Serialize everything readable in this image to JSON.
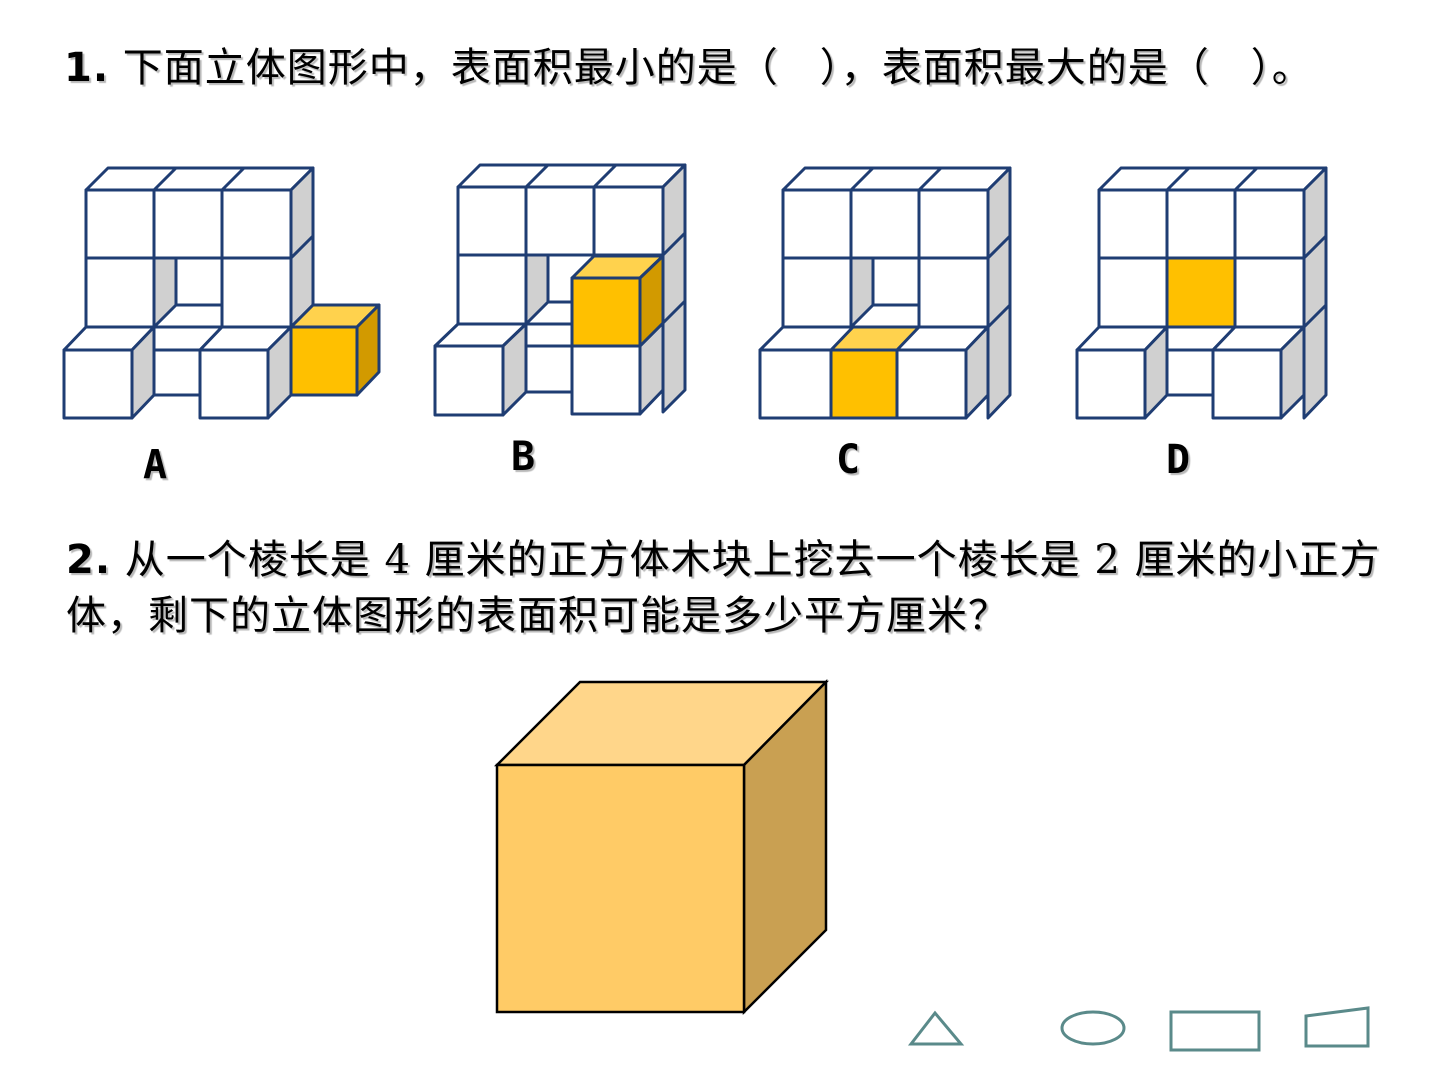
{
  "question1": {
    "number": "1.",
    "text": "下面立体图形中，表面积最小的是（　），表面积最大的是（　）。"
  },
  "options": [
    {
      "label": "A"
    },
    {
      "label": "B"
    },
    {
      "label": "C"
    },
    {
      "label": "D"
    }
  ],
  "question2": {
    "number": "2.",
    "text": "从一个棱长是 4 厘米的正方体木块上挖去一个棱长是 2 厘米的小正方体，剩下的立体图形的表面积可能是多少平方厘米？"
  },
  "colors": {
    "cube_edge": "#1f3d73",
    "cube_side": "#d0d0d0",
    "highlight_front": "#ffc000",
    "highlight_side": "#d29a00",
    "big_cube_front": "#ffcb66",
    "big_cube_top": "#ffd68a",
    "big_cube_side": "#c9a052",
    "nav_shapes": "#5a8a8a"
  },
  "nav_icons": [
    "triangle-icon",
    "ellipse-icon",
    "rectangle-icon",
    "trapezoid-icon"
  ]
}
